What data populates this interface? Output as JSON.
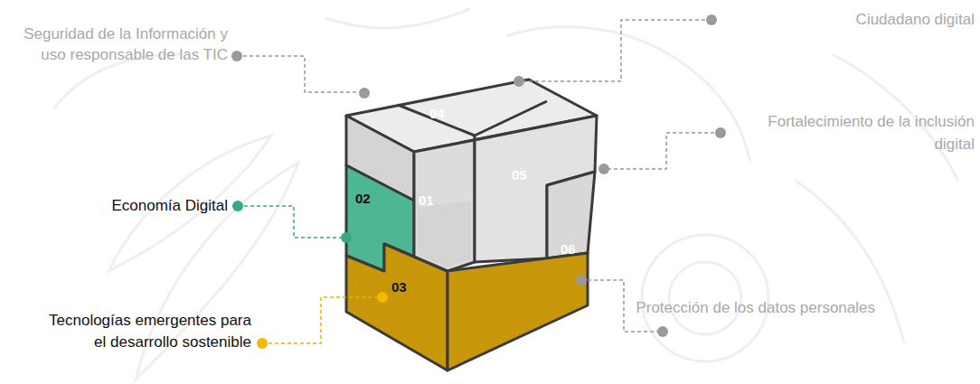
{
  "diagram": {
    "labels": [
      "Seguridad de la Información y uso responsable de las TIC",
      "Ciudadano digital",
      "Fortalecimiento de la inclusión digital",
      "Economía Digital",
      "Tecnologías emergentes para el desarrollo sostenible",
      "Protección de los datos personales",
      "04",
      "01",
      "05",
      "02",
      "06",
      "03"
    ]
  }
}
